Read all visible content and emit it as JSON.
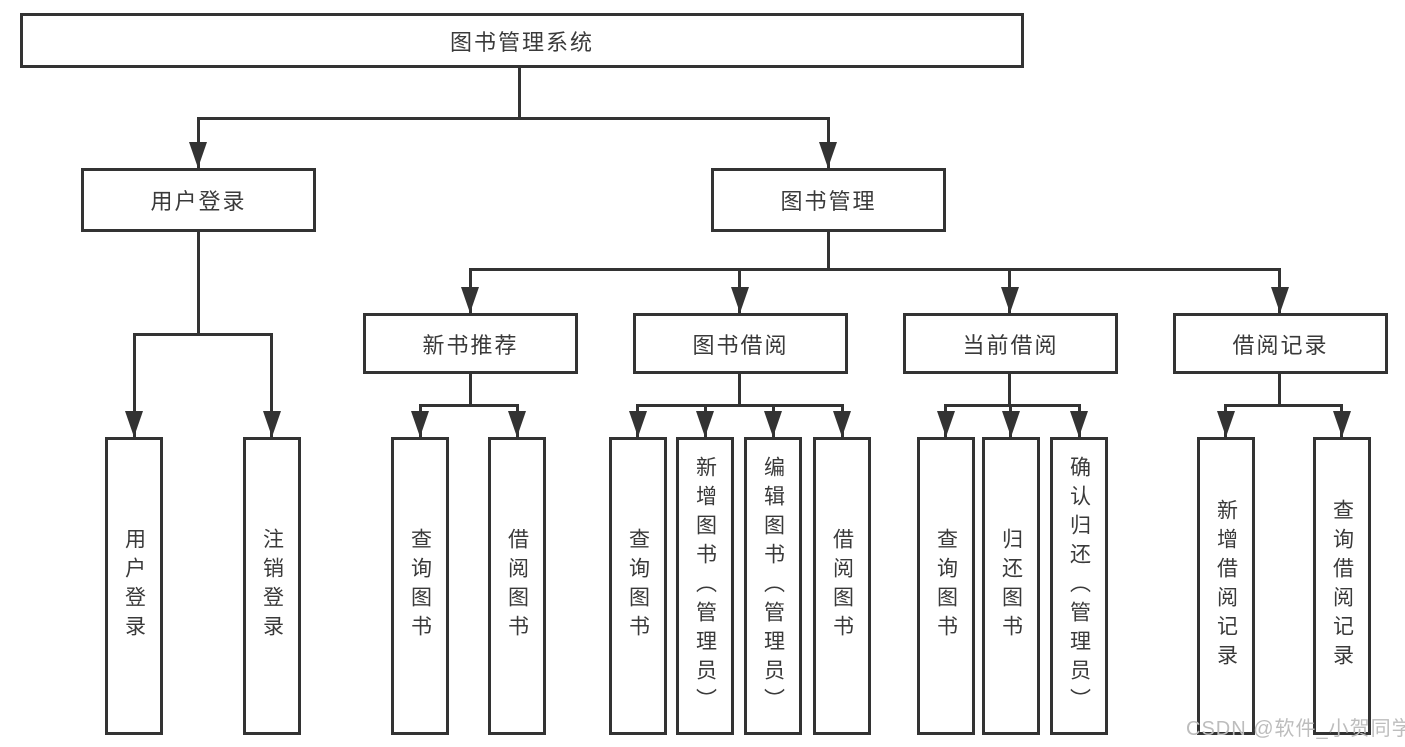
{
  "diagram": {
    "root": {
      "label": "图书管理系统"
    },
    "level2": [
      {
        "label": "用户登录"
      },
      {
        "label": "图书管理"
      }
    ],
    "level3": [
      {
        "label": "新书推荐"
      },
      {
        "label": "图书借阅"
      },
      {
        "label": "当前借阅"
      },
      {
        "label": "借阅记录"
      }
    ],
    "leaves": {
      "user_login": [
        "用户登录",
        "注销登录"
      ],
      "new_book_recommend": [
        "查询图书",
        "借阅图书"
      ],
      "book_borrow": [
        "查询图书",
        "新增图书（管理员）",
        "编辑图书（管理员）",
        "借阅图书"
      ],
      "current_borrow": [
        "查询图书",
        "归还图书",
        "确认归还（管理员）"
      ],
      "borrow_records": [
        "新增借阅记录",
        "查询借阅记录"
      ]
    }
  },
  "watermark": {
    "text": "CSDN @软件_小贺同学"
  },
  "colors": {
    "line": "#333333",
    "text": "#3a3a3a",
    "watermark": "#bdbdbd",
    "bg": "#ffffff"
  }
}
